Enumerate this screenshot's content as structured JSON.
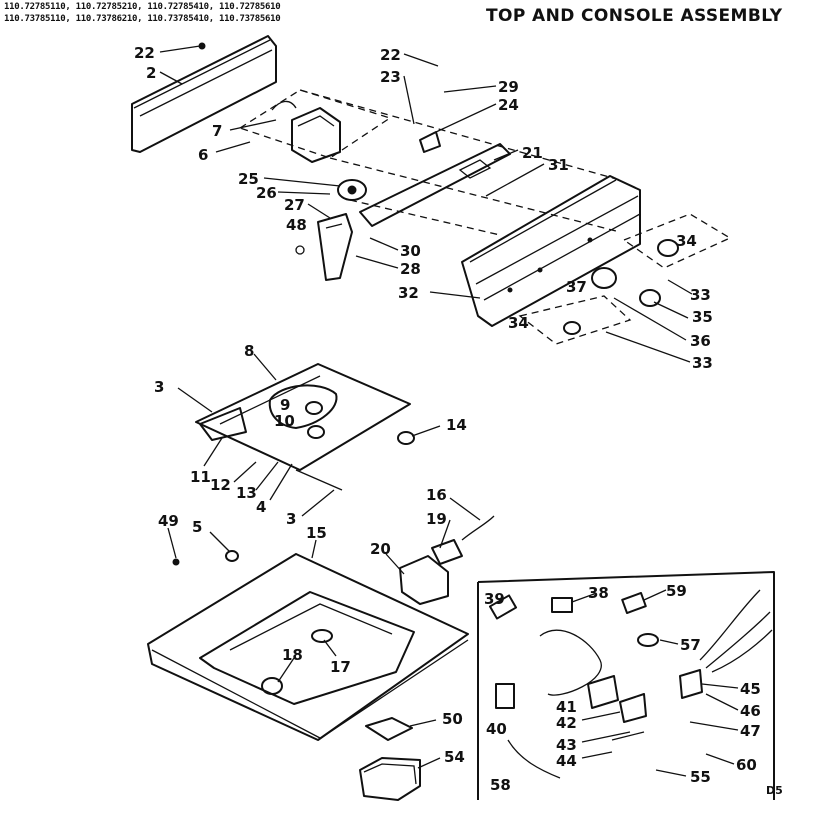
{
  "header": {
    "models_line1": "110.72785110, 110.72785210, 110.72785410, 110.72785610",
    "models_line2": "110.73785110, 110.73786210, 110.73785410, 110.73785610",
    "title": "TOP AND CONSOLE ASSEMBLY"
  },
  "footer": {
    "code": "D5"
  },
  "parts": [
    {
      "n": "22"
    },
    {
      "n": "2"
    },
    {
      "n": "22"
    },
    {
      "n": "23"
    },
    {
      "n": "29"
    },
    {
      "n": "24"
    },
    {
      "n": "7"
    },
    {
      "n": "6"
    },
    {
      "n": "21"
    },
    {
      "n": "31"
    },
    {
      "n": "25"
    },
    {
      "n": "26"
    },
    {
      "n": "27"
    },
    {
      "n": "48"
    },
    {
      "n": "30"
    },
    {
      "n": "28"
    },
    {
      "n": "32"
    },
    {
      "n": "34"
    },
    {
      "n": "33"
    },
    {
      "n": "37"
    },
    {
      "n": "35"
    },
    {
      "n": "34"
    },
    {
      "n": "36"
    },
    {
      "n": "33"
    },
    {
      "n": "8"
    },
    {
      "n": "3"
    },
    {
      "n": "9"
    },
    {
      "n": "10"
    },
    {
      "n": "14"
    },
    {
      "n": "11"
    },
    {
      "n": "12"
    },
    {
      "n": "13"
    },
    {
      "n": "4"
    },
    {
      "n": "3"
    },
    {
      "n": "16"
    },
    {
      "n": "19"
    },
    {
      "n": "49"
    },
    {
      "n": "5"
    },
    {
      "n": "15"
    },
    {
      "n": "20"
    },
    {
      "n": "18"
    },
    {
      "n": "17"
    },
    {
      "n": "39"
    },
    {
      "n": "38"
    },
    {
      "n": "59"
    },
    {
      "n": "57"
    },
    {
      "n": "45"
    },
    {
      "n": "46"
    },
    {
      "n": "47"
    },
    {
      "n": "41"
    },
    {
      "n": "42"
    },
    {
      "n": "40"
    },
    {
      "n": "43"
    },
    {
      "n": "44"
    },
    {
      "n": "58"
    },
    {
      "n": "60"
    },
    {
      "n": "55"
    },
    {
      "n": "50"
    },
    {
      "n": "54"
    }
  ]
}
